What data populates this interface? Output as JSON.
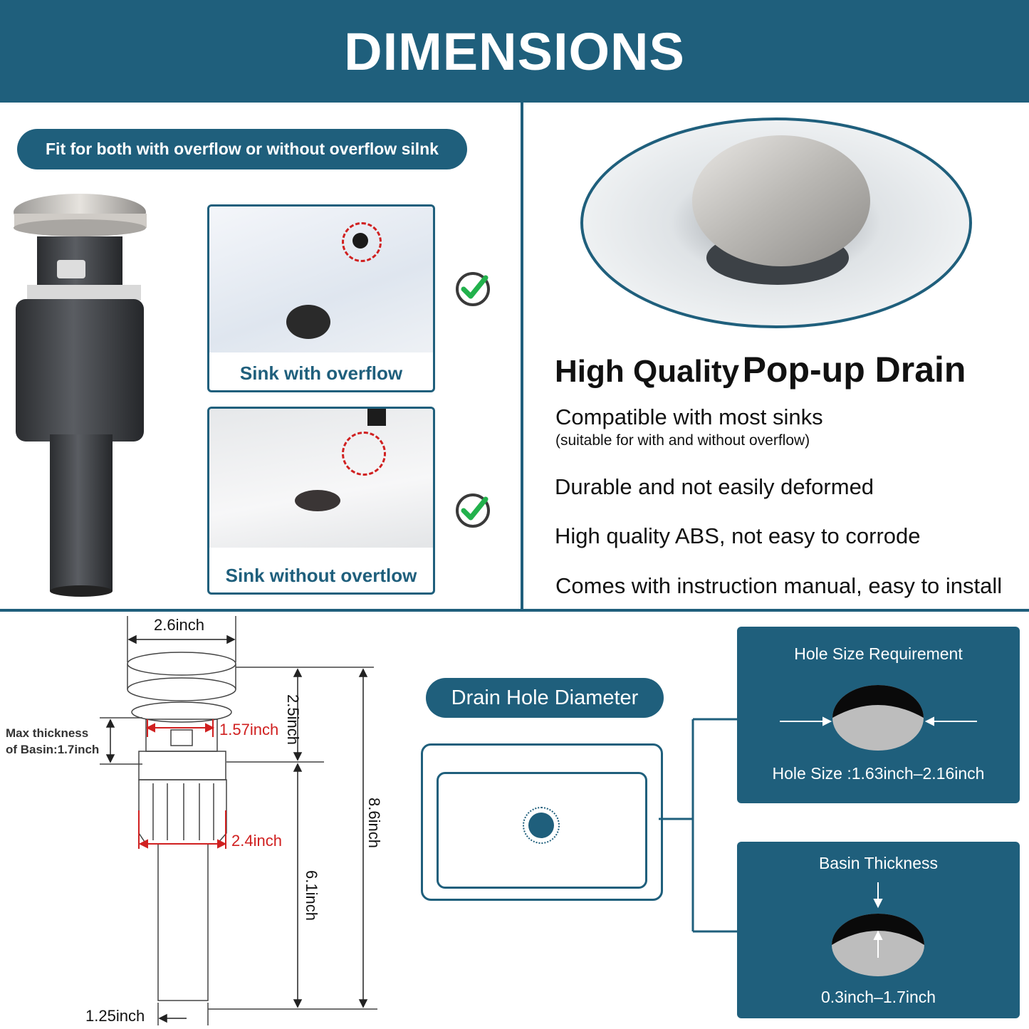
{
  "header": {
    "title": "DIMENSIONS"
  },
  "left_top": {
    "pill_text": "Fit for both with overflow or without overflow silnk",
    "card1_caption": "Sink with overflow",
    "card2_caption": "Sink without overtlow"
  },
  "right_top": {
    "headline_a": "High Quality",
    "headline_b": "Pop-up Drain",
    "feature1": "Compatible with most sinks",
    "feature1_sub": "(suitable for with and without overflow)",
    "feature2": "Durable and not easily deformed",
    "feature3": "High quality ABS, not easy to corrode",
    "feature4": "Comes with instruction manual, easy to install"
  },
  "diagram": {
    "cap_width": "2.6inch",
    "top_height": "2.5inch",
    "total_height": "8.6inch",
    "bottom_height": "6.1inch",
    "thread_width": "1.57inch",
    "body_width": "2.4inch",
    "pipe_width": "1.25inch",
    "basin_label_line1": "Max thickness",
    "basin_label_line2": "of Basin:1.7inch"
  },
  "drain_hole": {
    "pill_text": "Drain Hole Diameter"
  },
  "hole_box": {
    "title": "Hole Size Requirement",
    "value": "Hole Size :1.63inch–2.16inch"
  },
  "thickness_box": {
    "title": "Basin Thickness",
    "value": "0.3inch–1.7inch"
  },
  "colors": {
    "brand": "#1f5f7c",
    "accent_red": "#d02020",
    "check_green": "#22b14c"
  }
}
